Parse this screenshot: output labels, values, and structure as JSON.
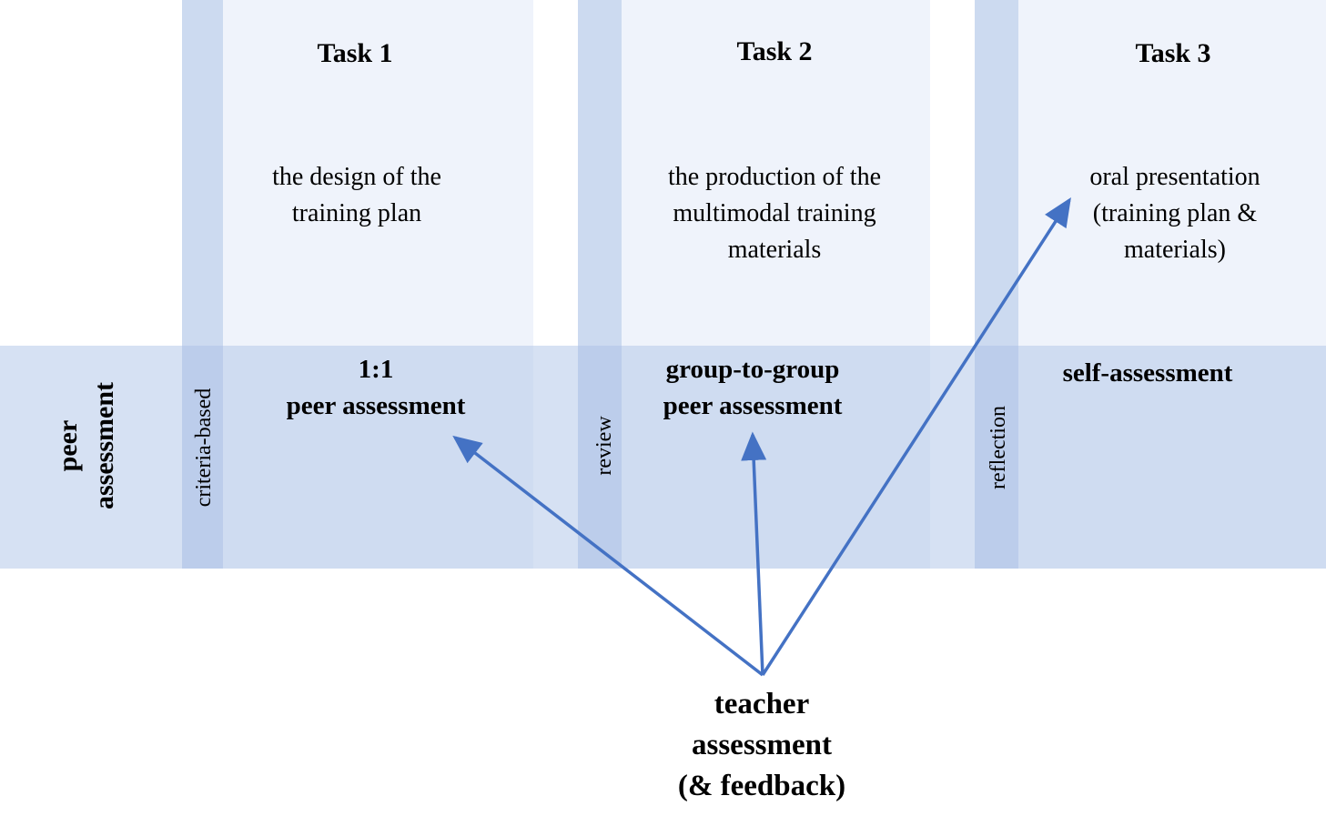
{
  "row_label": "peer\nassessment",
  "tasks": [
    {
      "title": "Task 1",
      "description": "the design of the\ntraining plan",
      "mode": "criteria-based",
      "assessment": "1:1\npeer assessment"
    },
    {
      "title": "Task 2",
      "description": "the production of the\nmultimodal training\nmaterials",
      "mode": "review",
      "assessment": "group-to-group\npeer assessment"
    },
    {
      "title": "Task 3",
      "description": "oral presentation\n(training plan &\nmaterials)",
      "mode": "reflection",
      "assessment": "self-assessment"
    }
  ],
  "teacher_label": "teacher\nassessment\n(& feedback)",
  "colors": {
    "column_fill": "#eff3fb",
    "column_strip": "#ccdaf0",
    "band_fill": "#b5c9e9",
    "arrow": "#4472c4"
  }
}
